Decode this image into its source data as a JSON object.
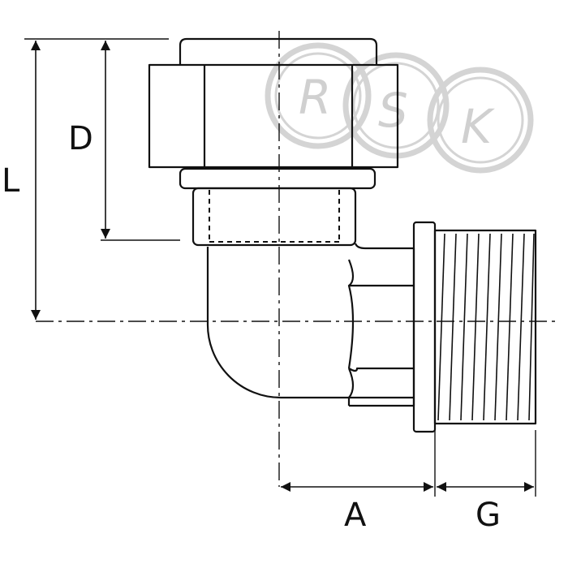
{
  "dimensions": {
    "L": "L",
    "D": "D",
    "A": "A",
    "G": "G"
  },
  "watermark": {
    "letters": [
      "R",
      "S",
      "K"
    ]
  },
  "colors": {
    "line": "#111111",
    "background": "#ffffff",
    "watermark": "#d0d0d0"
  }
}
